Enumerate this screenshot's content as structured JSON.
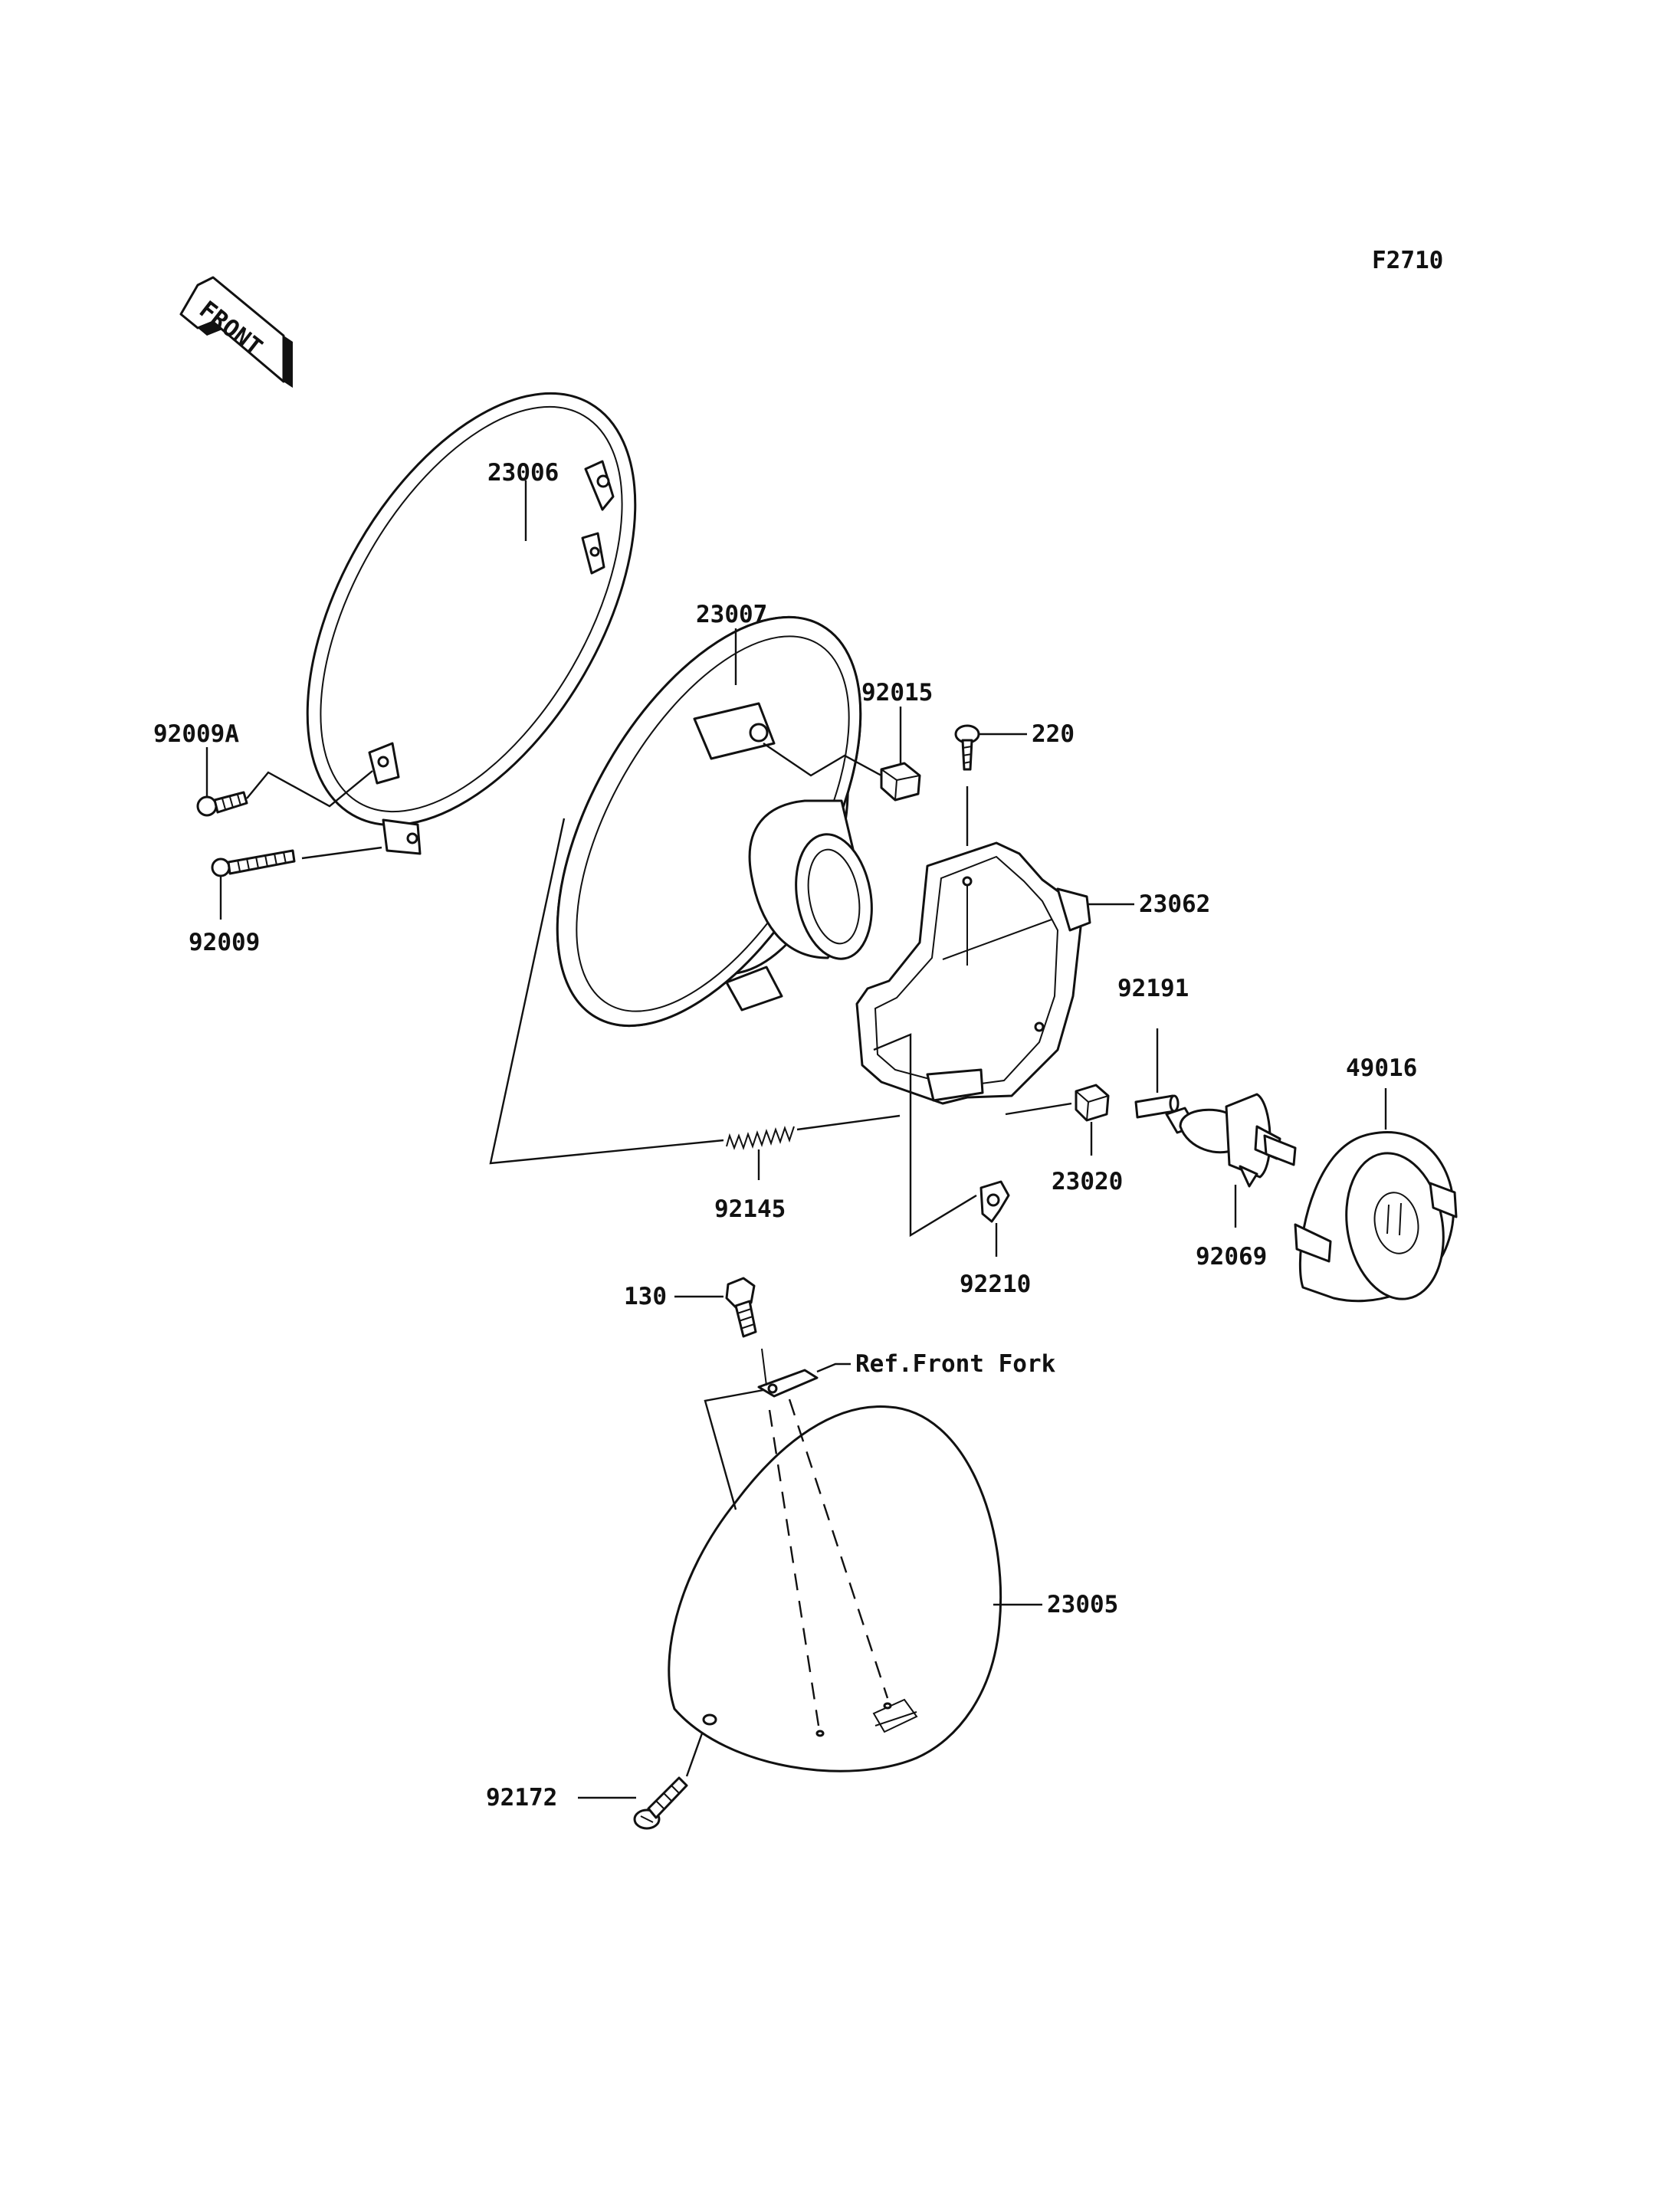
{
  "figure_code": "F2710",
  "front_arrow": {
    "text": "FRONT",
    "icon": "front-direction-arrow"
  },
  "callouts": [
    "23006",
    "23007",
    "92015",
    "220",
    "92009A",
    "92009",
    "23062",
    "92191",
    "49016",
    "23020",
    "92145",
    "92210",
    "92069",
    "130",
    "Ref.Front Fork",
    "23005",
    "92172"
  ]
}
